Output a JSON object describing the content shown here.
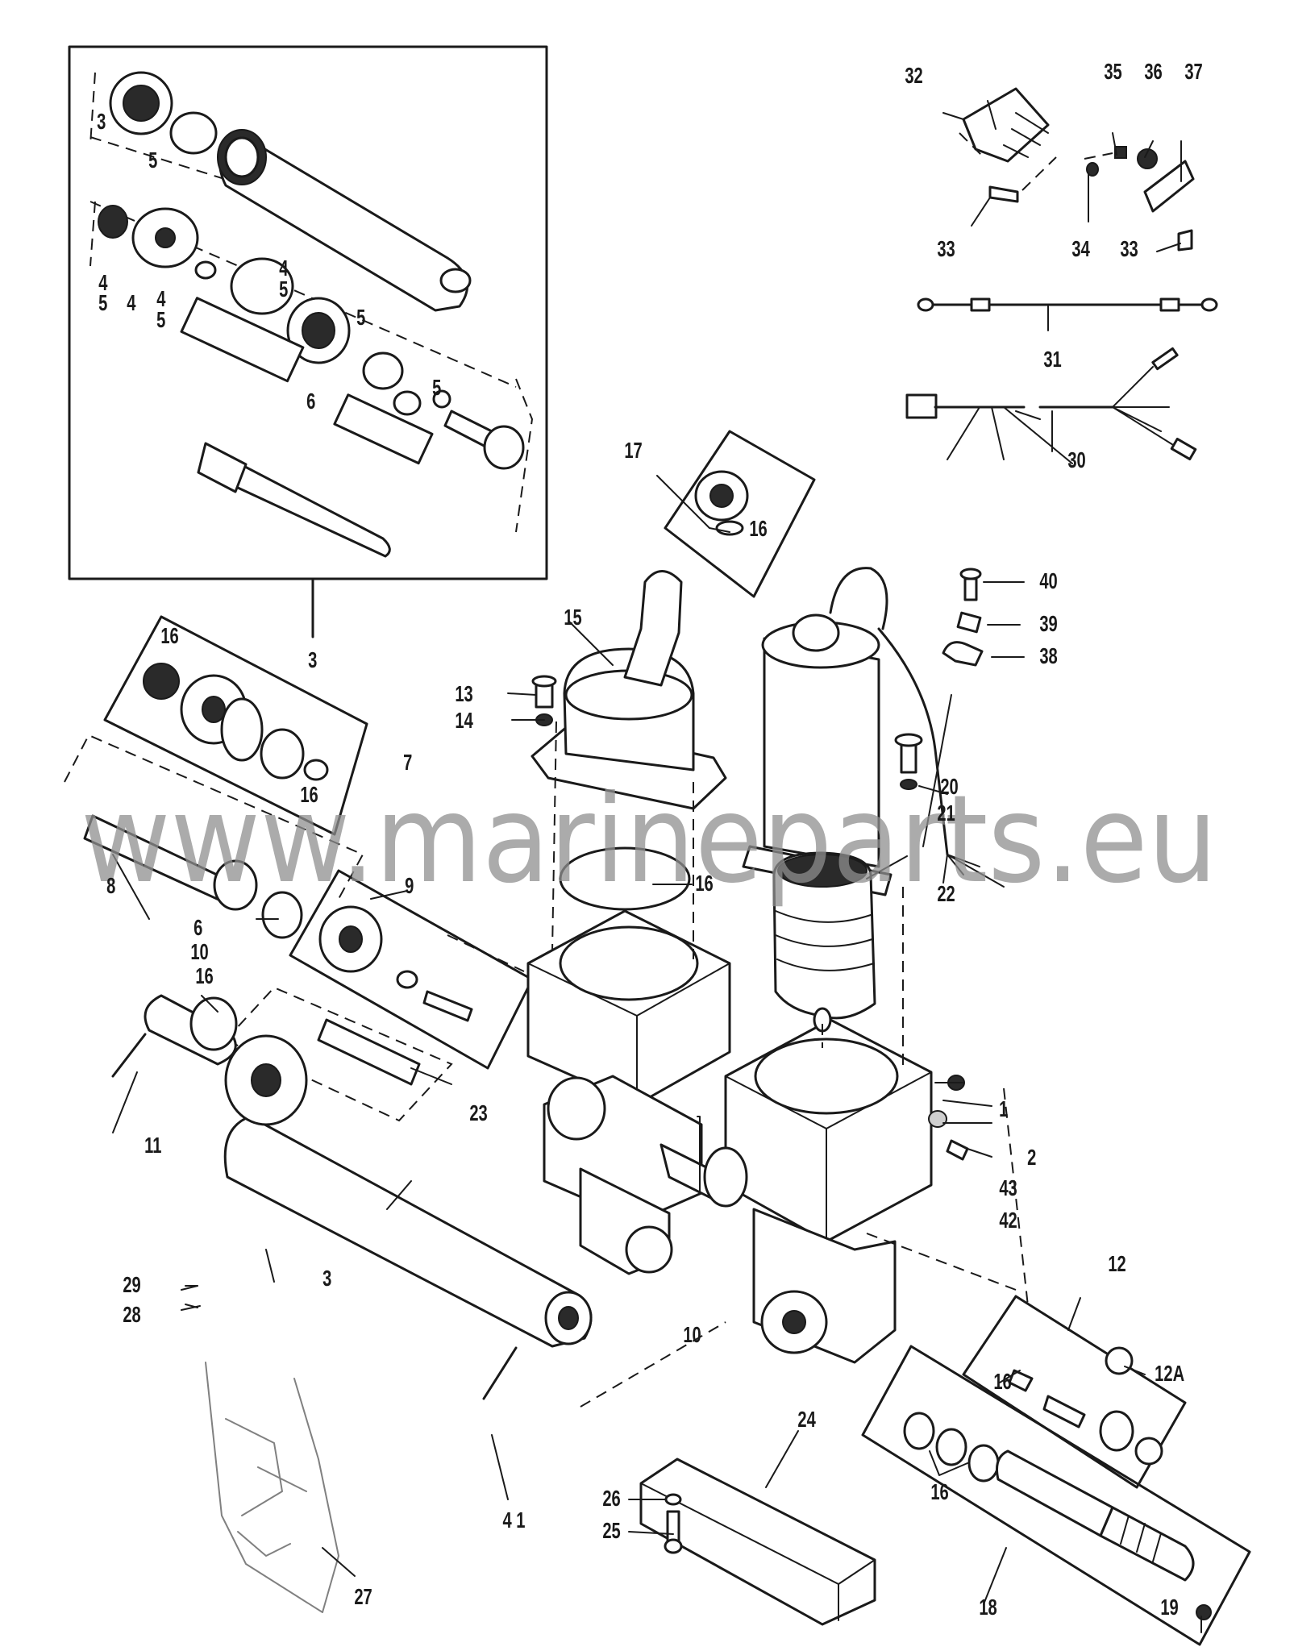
{
  "watermark": "www.marineparts.eu",
  "callouts": {
    "c1": "1",
    "c2": "2",
    "c3_box": "3",
    "c3_top": "3",
    "c3_cyl": "3",
    "c4a": "4",
    "c5a": "5",
    "c4b": "4",
    "c4c": "4",
    "c5c": "5",
    "c4d": "4",
    "c5d": "5",
    "c5e": "5",
    "c5f": "5",
    "c6a": "6",
    "c6b": "6",
    "c7": "7",
    "c8": "8",
    "c9": "9",
    "c10a": "10",
    "c10b": "10",
    "c11": "11",
    "c12": "12",
    "c12a": "12A",
    "c13": "13",
    "c14": "14",
    "c15": "15",
    "c16a": "16",
    "c16b": "16",
    "c16c": "16",
    "c16d": "16",
    "c16e": "16",
    "c16f": "16",
    "c16g": "16",
    "c17": "17",
    "c18": "18",
    "c19": "19",
    "c20": "20",
    "c21": "21",
    "c22": "22",
    "c23": "23",
    "c24": "24",
    "c25": "25",
    "c26": "26",
    "c27": "27",
    "c28": "28",
    "c29": "29",
    "c30": "30",
    "c31": "31",
    "c32": "32",
    "c33a": "33",
    "c33b": "33",
    "c34": "34",
    "c35": "35",
    "c36": "36",
    "c37": "37",
    "c38": "38",
    "c39": "39",
    "c40": "40",
    "c41": "4 1",
    "c42": "42",
    "c43": "43"
  }
}
